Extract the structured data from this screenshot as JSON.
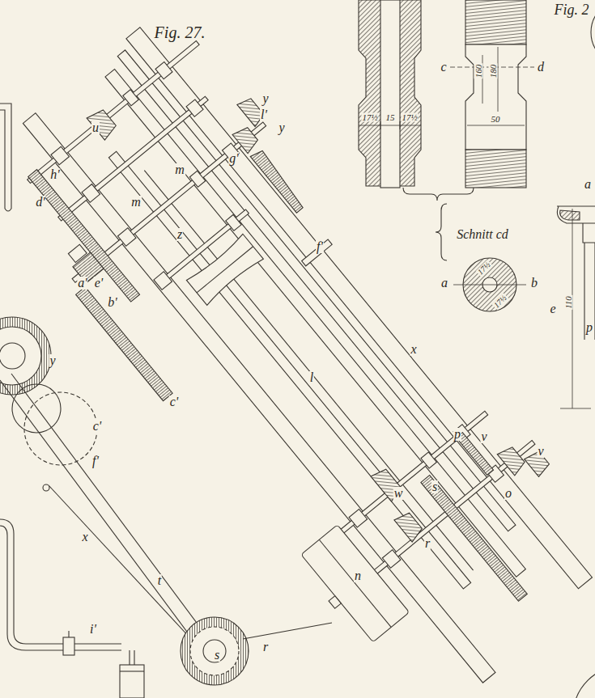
{
  "diagram": {
    "title": "Fig. 27.",
    "labels": [
      "Fig. 2",
      "u",
      "m",
      "y",
      "l'",
      "y",
      "g'",
      "h'",
      "d'",
      "m",
      "z",
      "f'",
      "x",
      "a'",
      "e'",
      "b'",
      "c'",
      "l",
      "p",
      "v",
      "v",
      "o",
      "w",
      "s",
      "r",
      "n",
      "y",
      "c'",
      "f'",
      "x",
      "t",
      "i'",
      "s",
      "r",
      "17½",
      "15",
      "17½",
      "c",
      "160",
      "180",
      "d",
      "50",
      "Schnitt cd",
      "a",
      "b",
      "17½",
      "17½",
      "a",
      "e",
      "110",
      "p"
    ]
  }
}
